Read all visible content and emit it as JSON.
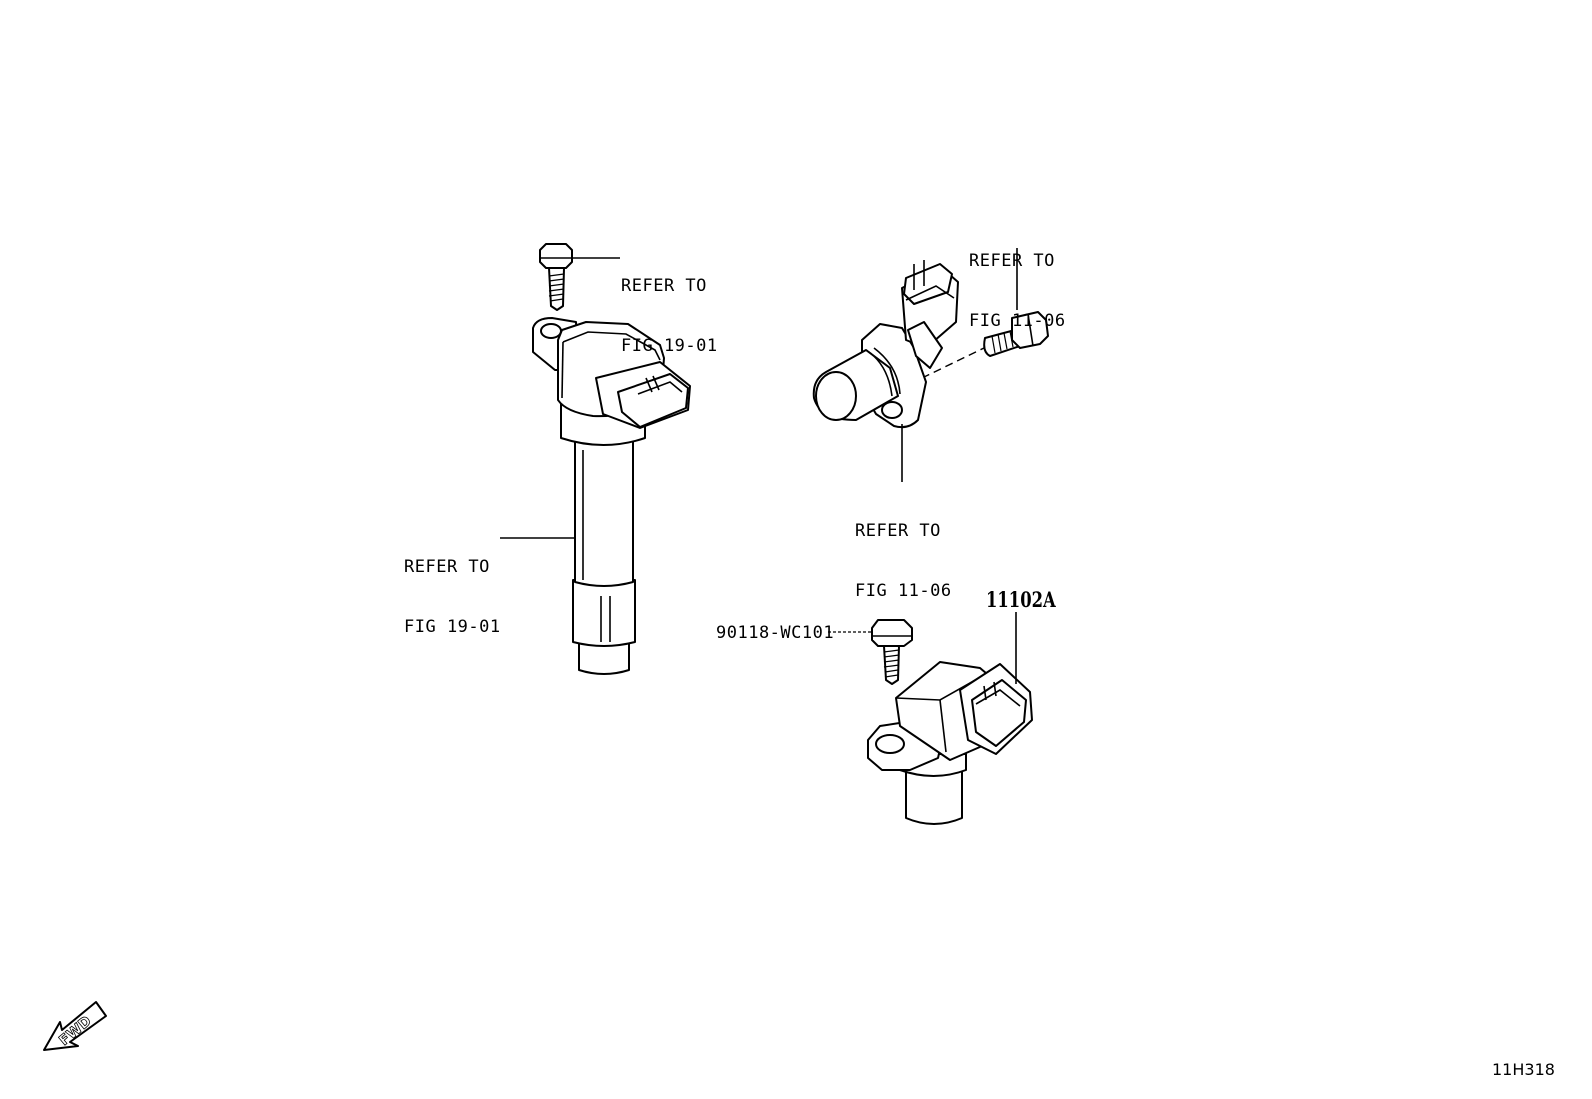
{
  "labels": {
    "coil_bolt_ref": [
      "REFER TO",
      "FIG 19-01"
    ],
    "coil_ref": [
      "REFER TO",
      "FIG 19-01"
    ],
    "sensor_bolt_ref": [
      "REFER TO",
      "FIG 11-06"
    ],
    "sensor_ref": [
      "REFER TO",
      "FIG 11-06"
    ],
    "bolt_part_number": "90118-WC101",
    "sensor_part_number": "11102A"
  },
  "fwd_label": "FWD",
  "figure_code": "11H318"
}
